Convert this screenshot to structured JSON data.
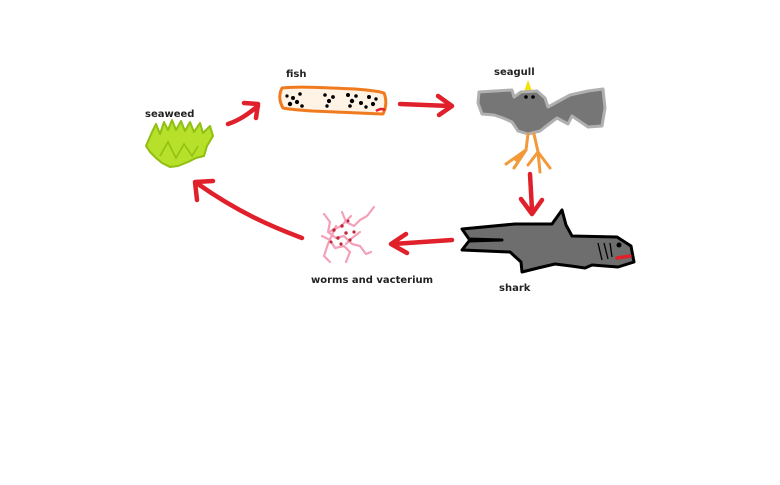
{
  "nodes": {
    "seaweed": {
      "label": "seaweed"
    },
    "fish": {
      "label": "fish"
    },
    "seagull": {
      "label": "seagull"
    },
    "shark": {
      "label": "shark"
    },
    "worms": {
      "label": "worms and vacterium"
    }
  },
  "colors": {
    "arrow": "#e0202a",
    "seaweed_fill": "#b6e02a",
    "seaweed_stroke": "#8fbf10",
    "fish_stroke": "#f07a1e",
    "fish_fill": "#fff3e6",
    "seagull_fill": "#767676",
    "seagull_stroke": "#b0b0b0",
    "seagull_beak": "#f5e000",
    "seagull_legs": "#f29a3a",
    "shark_fill": "#6e6e6e",
    "shark_stroke": "#000000",
    "shark_mouth": "#e0202a",
    "worm_color": "#f4a0b8",
    "bacteria_color": "#c0283a"
  },
  "edges": [
    {
      "from": "seaweed",
      "to": "fish"
    },
    {
      "from": "fish",
      "to": "seagull"
    },
    {
      "from": "seagull",
      "to": "shark"
    },
    {
      "from": "shark",
      "to": "worms"
    },
    {
      "from": "worms",
      "to": "seaweed"
    }
  ]
}
